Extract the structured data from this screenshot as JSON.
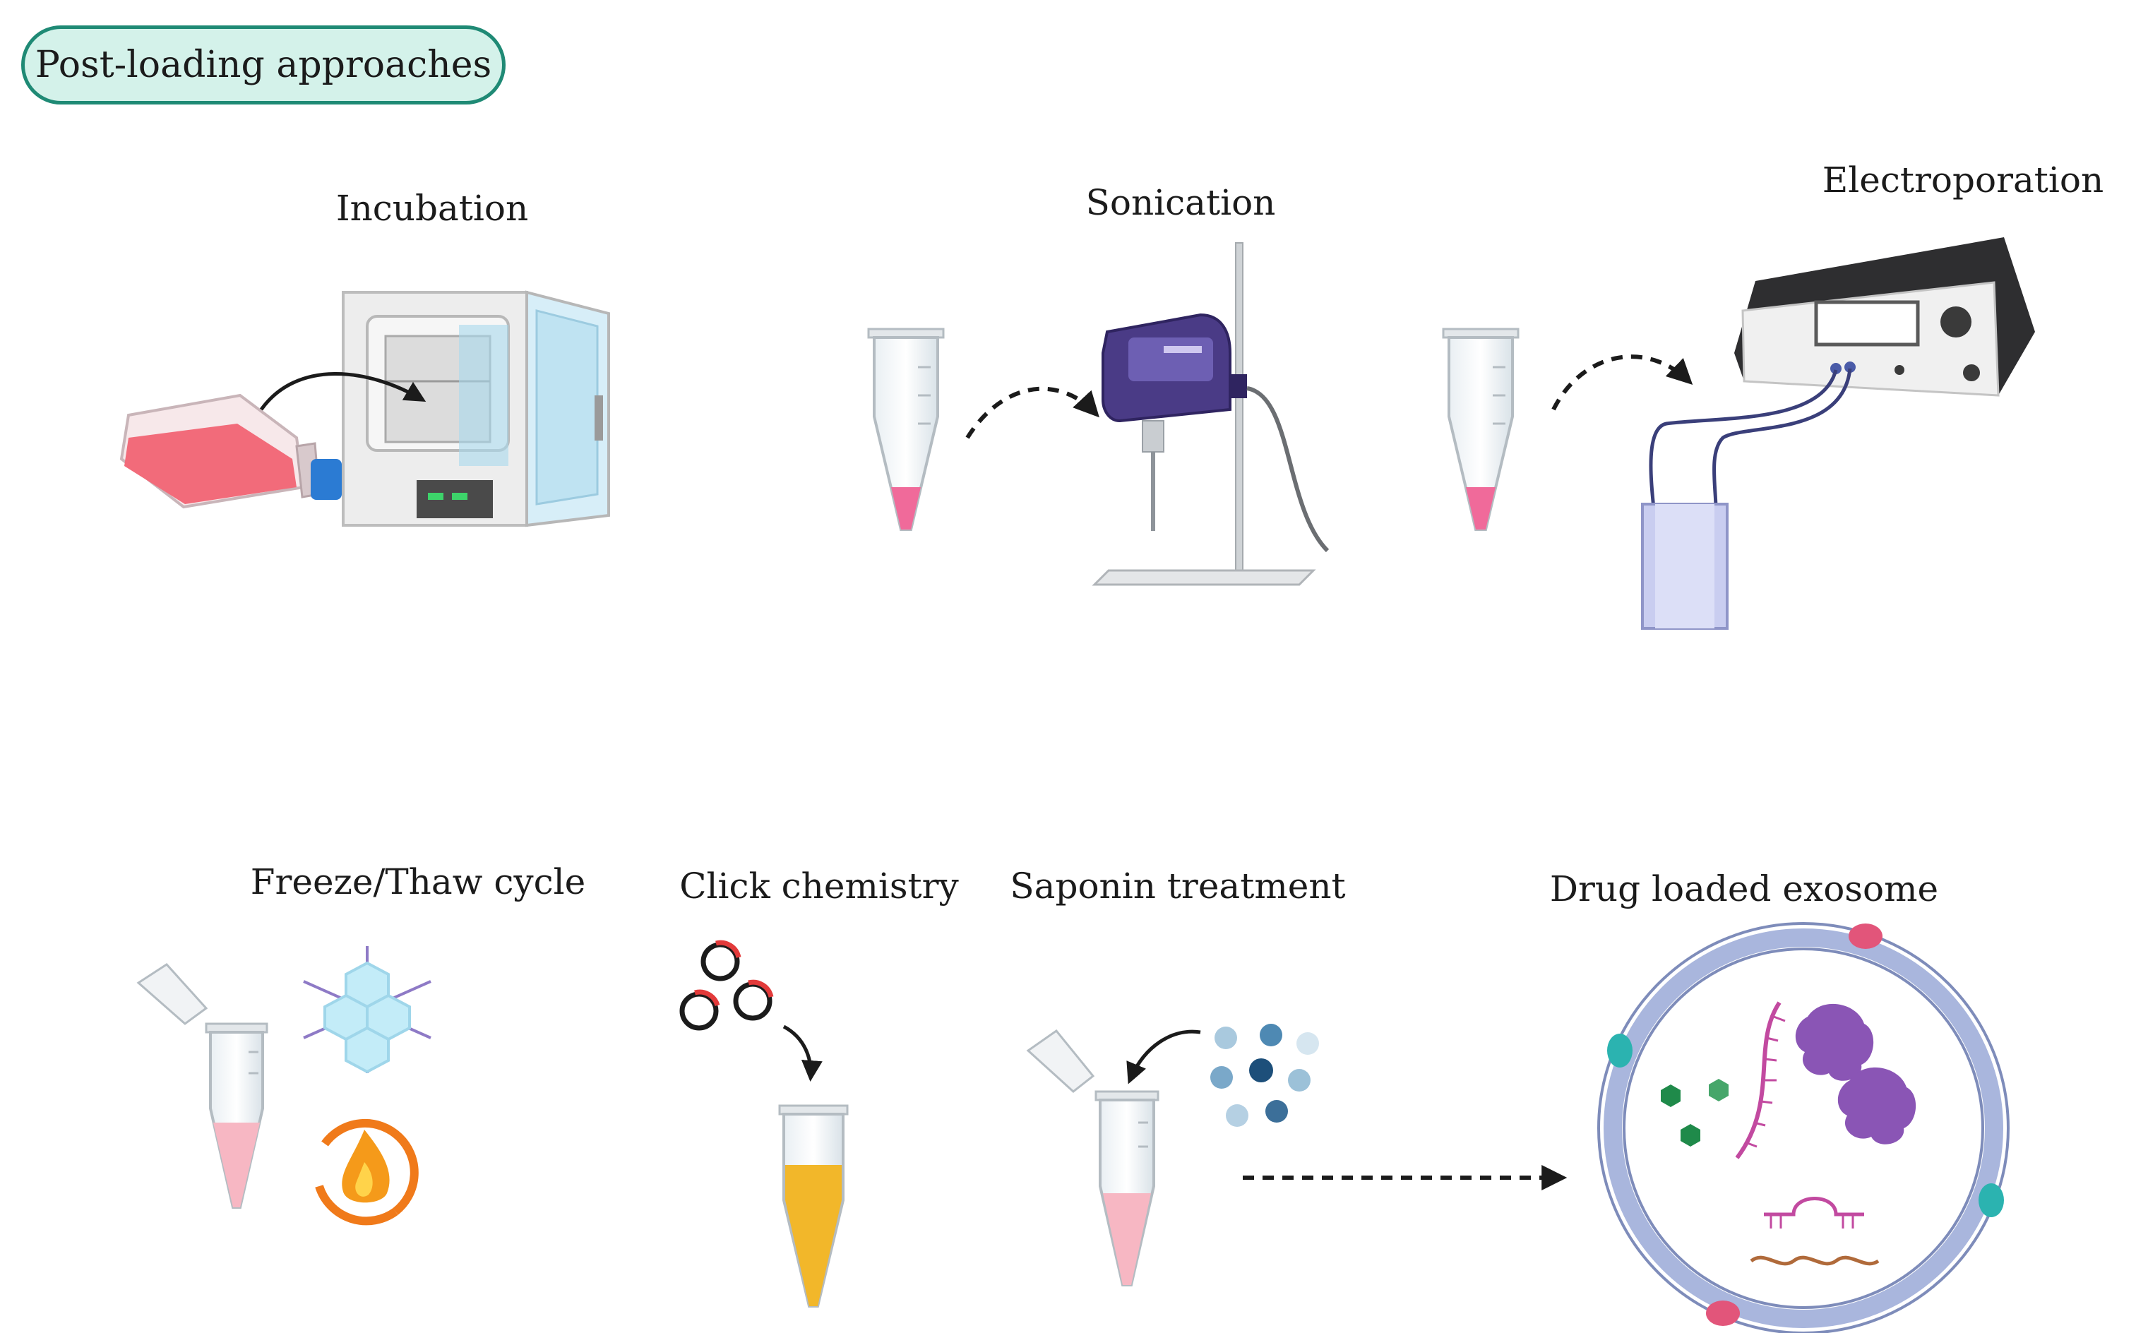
{
  "header": {
    "badge_label": "Post-loading approaches"
  },
  "methods": {
    "incubation": "Incubation",
    "sonication": "Sonication",
    "electroporation": "Electroporation",
    "freeze_thaw": "Freeze/Thaw cycle",
    "click_chemistry": "Click chemistry",
    "saponin": "Saponin treatment",
    "result": "Drug loaded exosome"
  },
  "colors": {
    "badge_border": "#1f8a75",
    "badge_fill": "#d4f2ea",
    "tube_liquid_pink": "#f06a9a",
    "tube_liquid_yellow": "#f2b72a",
    "device_purple": "#4a3b86",
    "membrane_blue": "#a9b6dd",
    "protein_purple": "#8a55b5",
    "flame_orange": "#f07a1a"
  }
}
